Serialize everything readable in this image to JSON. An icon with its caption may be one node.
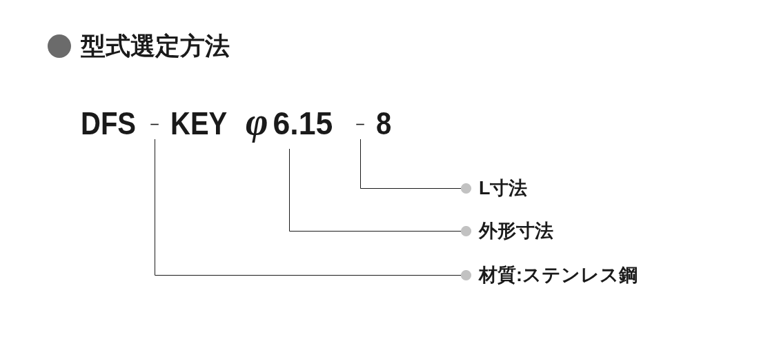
{
  "diagram": {
    "title": "型式選定方法",
    "nodes": [
      {
        "text": [
          "－"
        ]
      },
      {
        "text": [
          "φ6.15"
        ]
      },
      {
        "text": [
          "－"
        ]
      },
      {
        "text": [
          "L寸法"
        ]
      },
      {
        "text": [
          "外形寸法"
        ]
      },
      {
        "text": [
          "材質:ステンレス鋼"
        ]
      }
    ],
    "edges": [
      {
        "from": 2,
        "to": 3,
        "arrow": "other"
      },
      {
        "from": 1,
        "to": 4,
        "arrow": "other"
      },
      {
        "from": 0,
        "to": 5,
        "arrow": "other"
      }
    ],
    "labels": [
      "DFS",
      "KEY",
      "8"
    ]
  }
}
